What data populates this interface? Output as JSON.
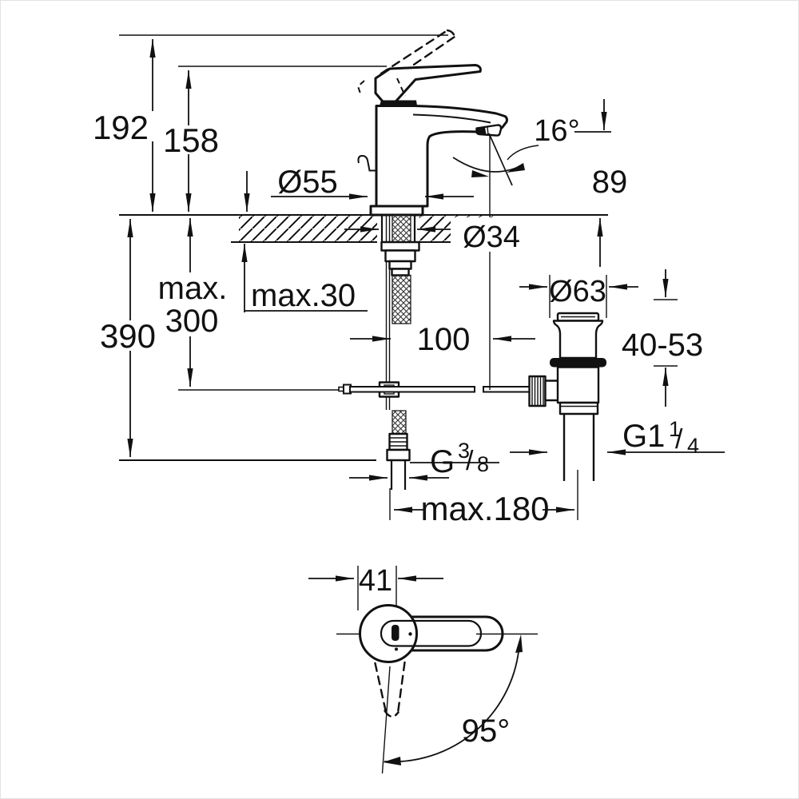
{
  "drawing": {
    "product": "single-lever-basin-mixer-with-pop-up-waste-dimension-drawing",
    "colors": {
      "line": "#111111",
      "background": "#ffffff",
      "frame": "#e3e3e3"
    },
    "dims": {
      "d192": "192",
      "d158": "158",
      "d390": "390",
      "max300_line1": "max.",
      "max300_line2": "300",
      "max30": "max.30",
      "d55": "Ø55",
      "d34": "Ø34",
      "angle16": "16°",
      "d89": "89",
      "d100": "100",
      "d63": "Ø63",
      "range4053": "40-53",
      "g114": {
        "base": "G1",
        "sup": "1",
        "slash": "/",
        "sub": "4"
      },
      "g38": {
        "base": "G",
        "sup": "3",
        "slash": "/",
        "sub": "8"
      },
      "max180": "max.180",
      "d41": "41",
      "angle95": "95°"
    }
  }
}
